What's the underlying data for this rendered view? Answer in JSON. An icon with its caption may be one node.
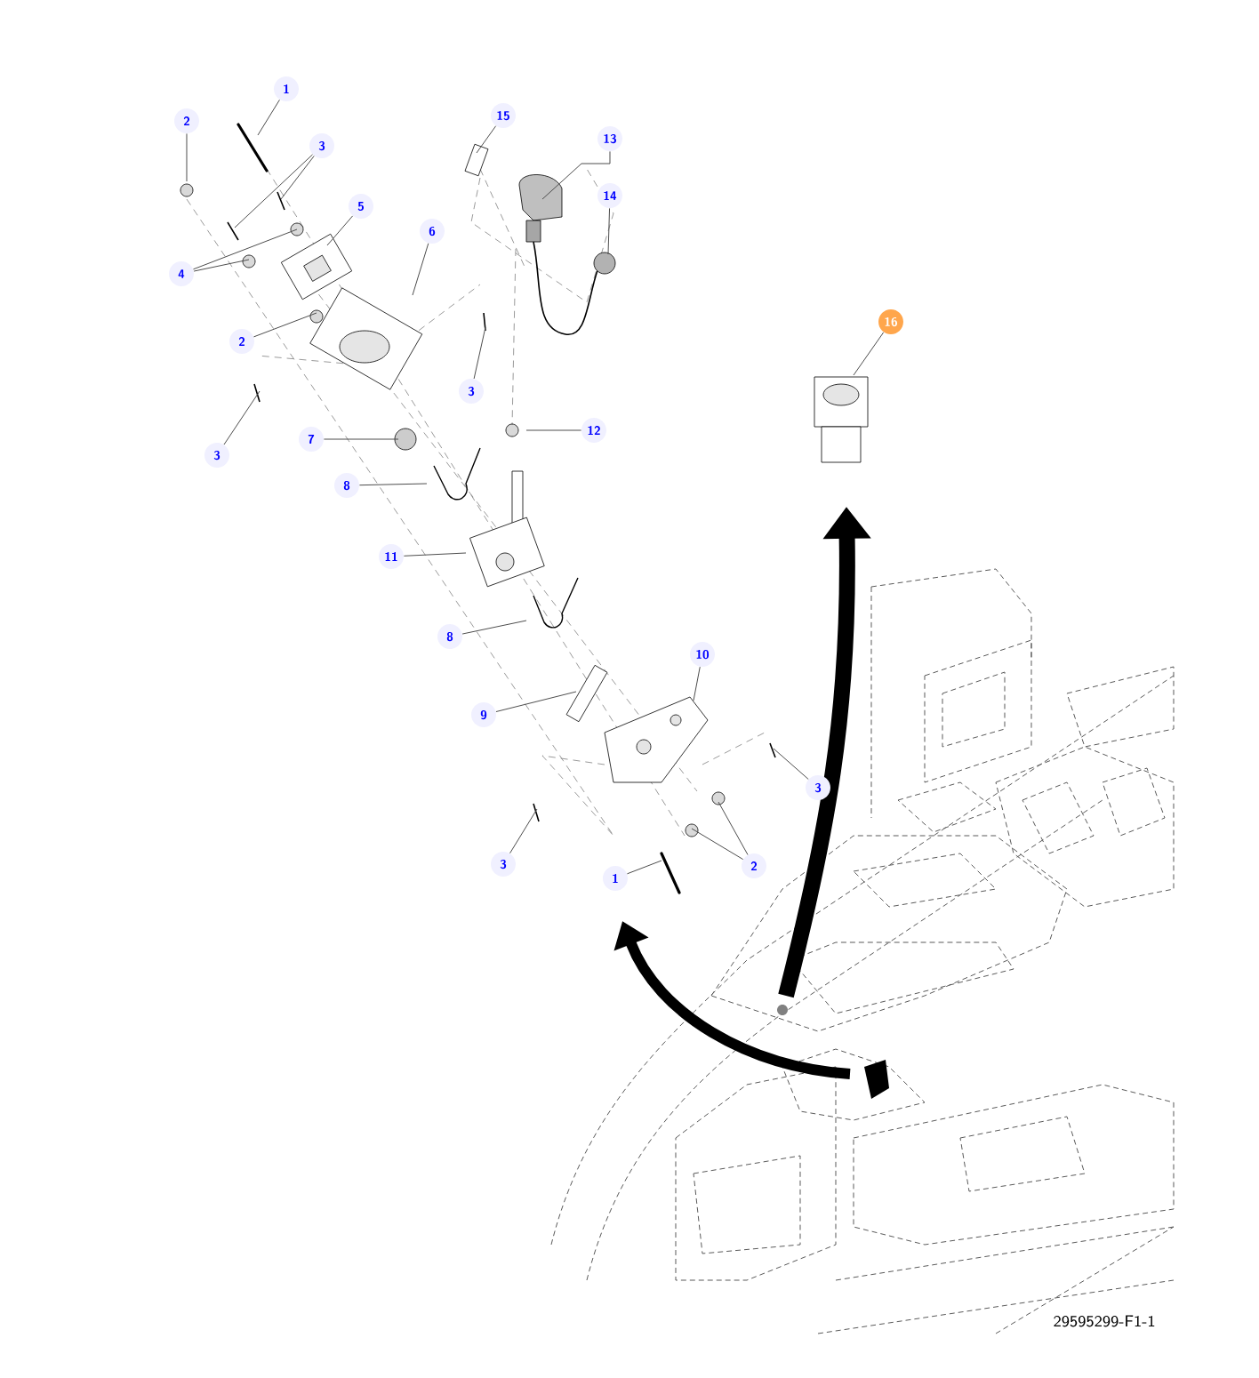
{
  "diagram": {
    "nodes": [
      {
        "text": [
          "1"
        ]
      },
      {
        "text": [
          "2"
        ]
      },
      {
        "text": [
          "3"
        ]
      },
      {
        "text": [
          "5"
        ]
      },
      {
        "text": [
          "4"
        ]
      },
      {
        "text": [
          "6"
        ]
      },
      {
        "text": [
          "2"
        ]
      },
      {
        "text": [
          "3"
        ]
      },
      {
        "text": [
          "3"
        ]
      },
      {
        "text": [
          "7"
        ]
      },
      {
        "text": [
          "12"
        ]
      },
      {
        "text": [
          "15"
        ]
      },
      {
        "text": [
          "13"
        ]
      },
      {
        "text": [
          "14"
        ]
      },
      {
        "text": [
          "8"
        ]
      },
      {
        "text": [
          "11"
        ]
      },
      {
        "text": [
          "8"
        ]
      },
      {
        "text": [
          "10"
        ]
      },
      {
        "text": [
          "9"
        ]
      },
      {
        "text": [
          "3"
        ]
      },
      {
        "text": [
          "3"
        ]
      },
      {
        "text": [
          "1"
        ]
      },
      {
        "text": [
          "2"
        ]
      },
      {
        "text": [
          "16"
        ]
      }
    ],
    "edges": [
      {
        "from": 0,
        "to": null,
        "arrow": "none"
      },
      {
        "from": 1,
        "to": null,
        "arrow": "none"
      },
      {
        "from": 2,
        "to": null,
        "arrow": "none"
      },
      {
        "from": 2,
        "to": null,
        "arrow": "none"
      },
      {
        "from": 3,
        "to": null,
        "arrow": "none"
      },
      {
        "from": 4,
        "to": null,
        "arrow": "none"
      },
      {
        "from": 4,
        "to": null,
        "arrow": "none"
      },
      {
        "from": 5,
        "to": null,
        "arrow": "none"
      },
      {
        "from": 6,
        "to": null,
        "arrow": "none"
      },
      {
        "from": 7,
        "to": null,
        "arrow": "none"
      },
      {
        "from": 8,
        "to": null,
        "arrow": "none"
      },
      {
        "from": 9,
        "to": null,
        "arrow": "none"
      },
      {
        "from": 10,
        "to": null,
        "arrow": "none"
      },
      {
        "from": 11,
        "to": null,
        "arrow": "none"
      },
      {
        "from": 12,
        "to": null,
        "arrow": "none"
      },
      {
        "from": 13,
        "to": null,
        "arrow": "none"
      },
      {
        "from": 14,
        "to": null,
        "arrow": "none"
      },
      {
        "from": 15,
        "to": null,
        "arrow": "none"
      },
      {
        "from": 16,
        "to": null,
        "arrow": "none"
      },
      {
        "from": 17,
        "to": null,
        "arrow": "none"
      },
      {
        "from": 18,
        "to": null,
        "arrow": "none"
      },
      {
        "from": 19,
        "to": null,
        "arrow": "none"
      },
      {
        "from": 20,
        "to": null,
        "arrow": "none"
      },
      {
        "from": 21,
        "to": null,
        "arrow": "none"
      },
      {
        "from": 22,
        "to": null,
        "arrow": "none"
      },
      {
        "from": 22,
        "to": null,
        "arrow": "none"
      },
      {
        "from": 23,
        "to": null,
        "arrow": "none"
      }
    ],
    "labels": [
      "29595299-F1-1"
    ]
  }
}
